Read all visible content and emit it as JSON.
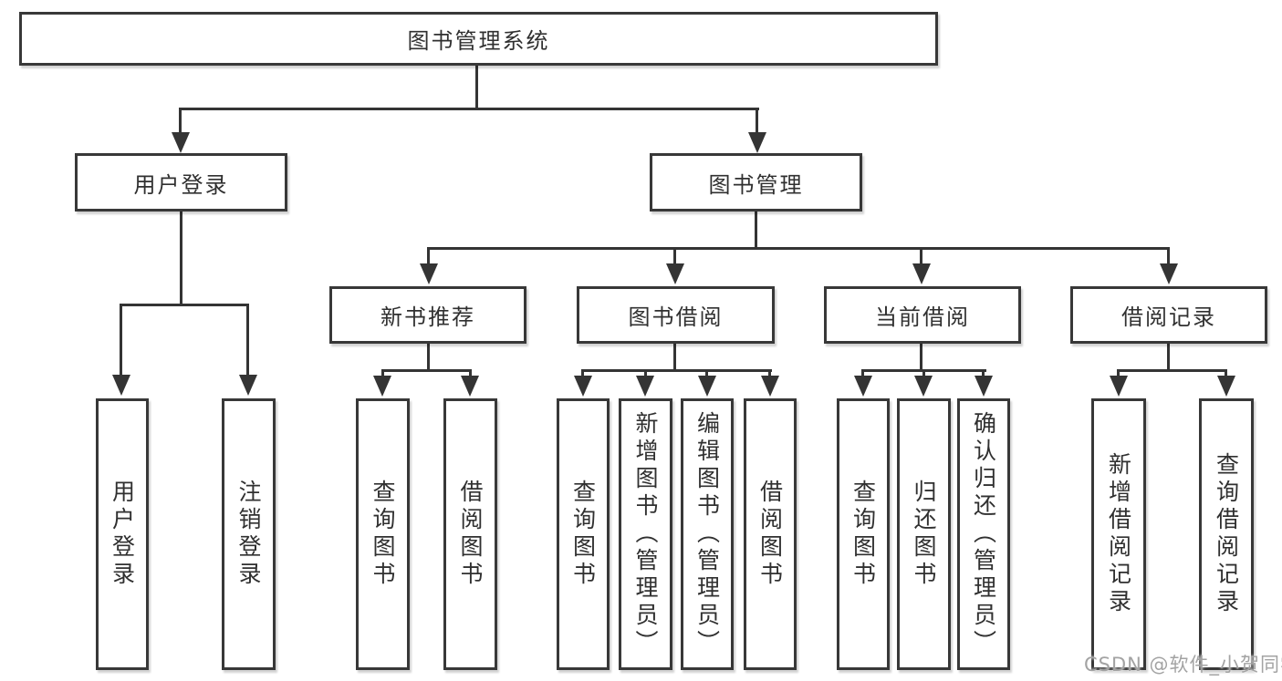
{
  "tree": {
    "root": {
      "label": "图书管理系统",
      "children": [
        {
          "label": "用户登录",
          "children": [
            {
              "label": "用户登录"
            },
            {
              "label": "注销登录"
            }
          ]
        },
        {
          "label": "图书管理",
          "children": [
            {
              "label": "新书推荐",
              "children": [
                {
                  "label": "查询图书"
                },
                {
                  "label": "借阅图书"
                }
              ]
            },
            {
              "label": "图书借阅",
              "children": [
                {
                  "label": "查询图书"
                },
                {
                  "label": "新增图书（管理员）"
                },
                {
                  "label": "编辑图书（管理员）"
                },
                {
                  "label": "借阅图书"
                }
              ]
            },
            {
              "label": "当前借阅",
              "children": [
                {
                  "label": "查询图书"
                },
                {
                  "label": "归还图书"
                },
                {
                  "label": "确认归还（管理员）"
                }
              ]
            },
            {
              "label": "借阅记录",
              "children": [
                {
                  "label": "新增借阅记录"
                },
                {
                  "label": "查询借阅记录"
                }
              ]
            }
          ]
        }
      ]
    }
  },
  "watermark": {
    "text": "CSDN @软件_小贺同学"
  },
  "colors": {
    "line": "#343434",
    "box_border": "#383838",
    "text": "#303030",
    "watermark": "#a3a3a3",
    "background": "#ffffff"
  }
}
